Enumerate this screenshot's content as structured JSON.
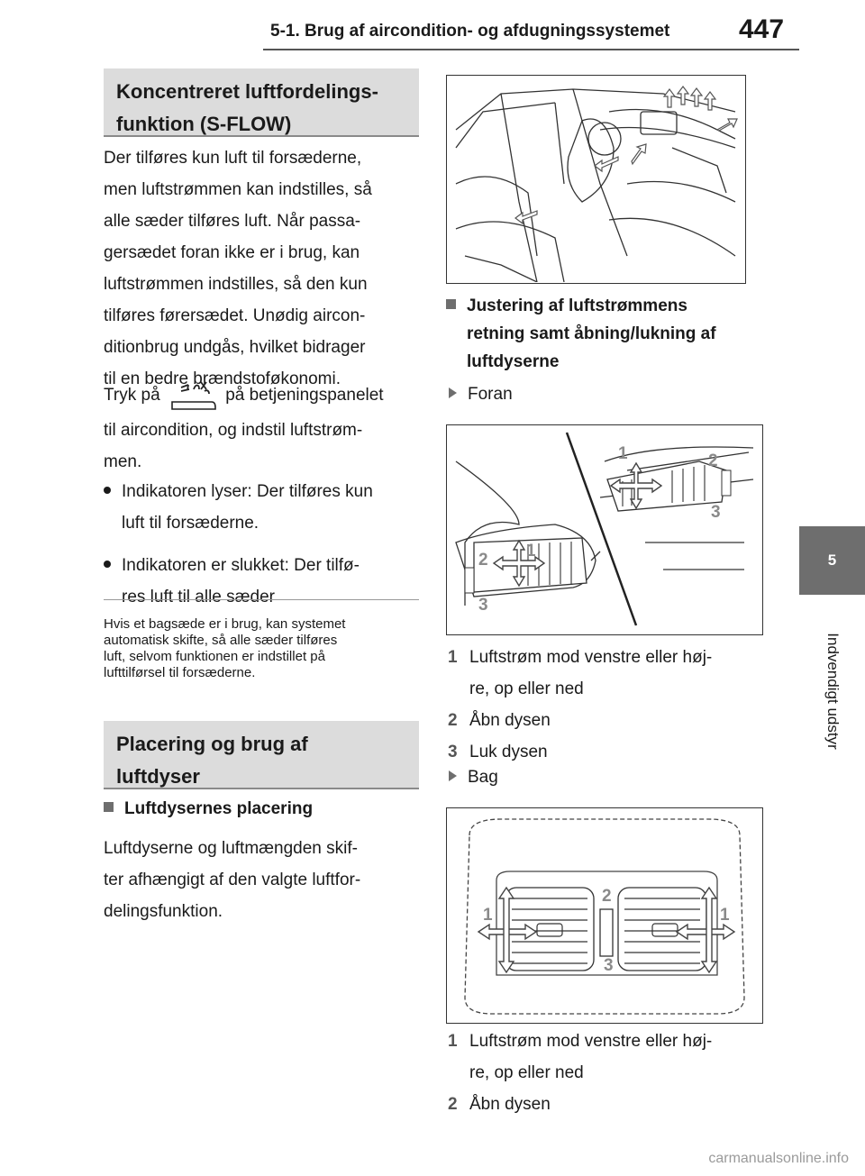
{
  "header": {
    "title": "5-1. Brug af aircondition- og afdugningssystemet",
    "page_number": "447"
  },
  "side_tab": {
    "chapter_number": "5",
    "chapter_label": "Indvendigt udstyr"
  },
  "left": {
    "section1_title_line1": "Koncentreret luftfordelings-",
    "section1_title_line2": "funktion (S-FLOW)",
    "para1_lines": [
      "Der tilføres kun luft til forsæderne,",
      "men luftstrømmen kan indstilles, så",
      "alle sæder tilføres luft. Når passa-",
      "gersædet foran ikke er i brug, kan",
      "luftstrømmen indstilles, så den kun",
      "tilføres førersædet. Unødig aircon-",
      "ditionbrug undgås, hvilket bidrager",
      "til en bedre brændstoføkonomi."
    ],
    "press_prefix": "Tryk på",
    "press_suffix": "på betjeningspanelet",
    "press_line2": "til aircondition, og indstil luftstrøm-",
    "press_line3": "men.",
    "bullet1_line1": "Indikatoren lyser: Der tilføres kun",
    "bullet1_line2": "luft til forsæderne.",
    "bullet2_line1": "Indikatoren er slukket: Der tilfø-",
    "bullet2_line2": "res luft til alle sæder",
    "note_lines": [
      "Hvis et bagsæde er i brug, kan systemet",
      "automatisk skifte, så alle sæder tilføres",
      "luft, selvom funktionen er indstillet på",
      "lufttilførsel til forsæderne."
    ],
    "section2_title_line1": "Placering og brug af",
    "section2_title_line2": "luftdyser",
    "sub_heading": "Luftdysernes placering",
    "para2_lines": [
      "Luftdyserne og luftmængden skif-",
      "ter afhængigt af den valgte luftfor-",
      "delingsfunktion."
    ]
  },
  "right": {
    "sub_heading_lines": [
      "Justering af luftstrømmens",
      "retning samt åbning/lukning af",
      "luftdyserne"
    ],
    "front_label": "Foran",
    "front_fig_labels": {
      "n1": "1",
      "n2": "2",
      "n3": "3"
    },
    "front_items": [
      {
        "num": "1",
        "line1": "Luftstrøm mod venstre eller høj-",
        "line2": "re, op eller ned"
      },
      {
        "num": "2",
        "line1": "Åbn dysen"
      },
      {
        "num": "3",
        "line1": "Luk dysen"
      }
    ],
    "rear_label": "Bag",
    "rear_fig_labels": {
      "n1": "1",
      "n2": "2",
      "n3": "3"
    },
    "rear_items": [
      {
        "num": "1",
        "line1": "Luftstrøm mod venstre eller høj-",
        "line2": "re, op eller ned"
      },
      {
        "num": "2",
        "line1": "Åbn dysen"
      }
    ]
  },
  "watermark": "carmanualsonline.info"
}
